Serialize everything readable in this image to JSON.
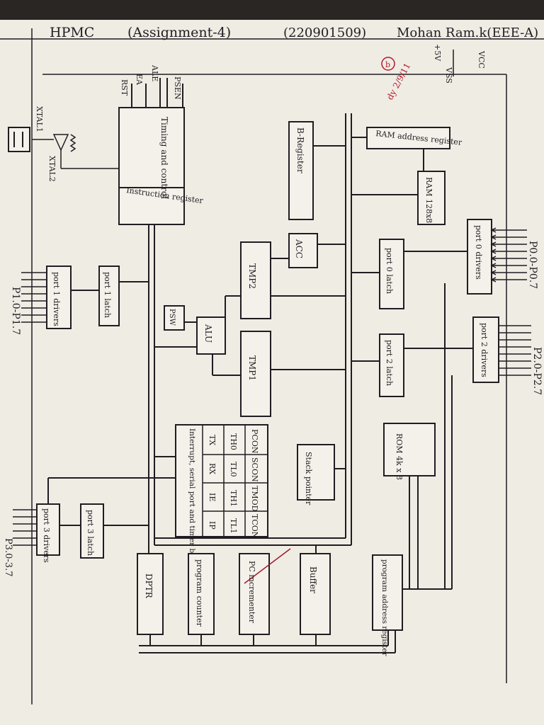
{
  "header": {
    "course": "HPMC",
    "assignment": "(Assignment-4)",
    "roll": "(220901509)",
    "author": "Mohan Ram.k(EEE-A)"
  },
  "annotation": {
    "circle_mark": "b",
    "initials": "dy 2/9/11"
  },
  "supply": {
    "vss": "VSS",
    "vcc": "VCC",
    "plus5v": "+5V"
  },
  "control_pins": {
    "rst": "RST",
    "ea": "EA",
    "ale": "ALE",
    "psen": "PSEN"
  },
  "crystal": {
    "xtal1": "XTAL1",
    "xtal2": "XTAL2"
  },
  "blocks": {
    "timing": "Timing and control",
    "instruction_register": "Instruction register",
    "b_register": "B-Register",
    "ram_address_register": "RAM address register",
    "ram": "RAM 128x8",
    "acc": "ACC",
    "tmp2": "TMP2",
    "tmp1": "TMP1",
    "psw": "PSW",
    "alu": "ALU",
    "port0_latch": "port 0 latch",
    "port2_latch": "port 2 latch",
    "port0_drivers": "port 0 drivers",
    "port2_drivers": "port 2 drivers",
    "port1_latch": "port 1 latch",
    "port1_drivers": "port 1 drivers",
    "port3_latch": "port 3 latch",
    "port3_drivers": "port 3 drivers",
    "rom": "ROM 4k x 8",
    "stack_pointer": "Stack pointer",
    "dptr": "DPTR",
    "program_counter": "program counter",
    "pc_incrementer": "PC incrementer",
    "buffer": "Buffer",
    "program_address_register": "program address register"
  },
  "sfr_table": {
    "block_label": "Interrupt, serial port and timer block",
    "rows": [
      [
        "PCON",
        "SCON",
        "TMOD",
        "TCON"
      ],
      [
        "TH0",
        "TL0",
        "TH1",
        "TL1"
      ],
      [
        "TX",
        "RX",
        "IE",
        "IP"
      ]
    ]
  },
  "port_pins": {
    "p0": "P0.0-P0.7",
    "p1": "P1.0-P1.7",
    "p2": "P2.0-P2.7",
    "p3": "P3.0-3.7"
  }
}
